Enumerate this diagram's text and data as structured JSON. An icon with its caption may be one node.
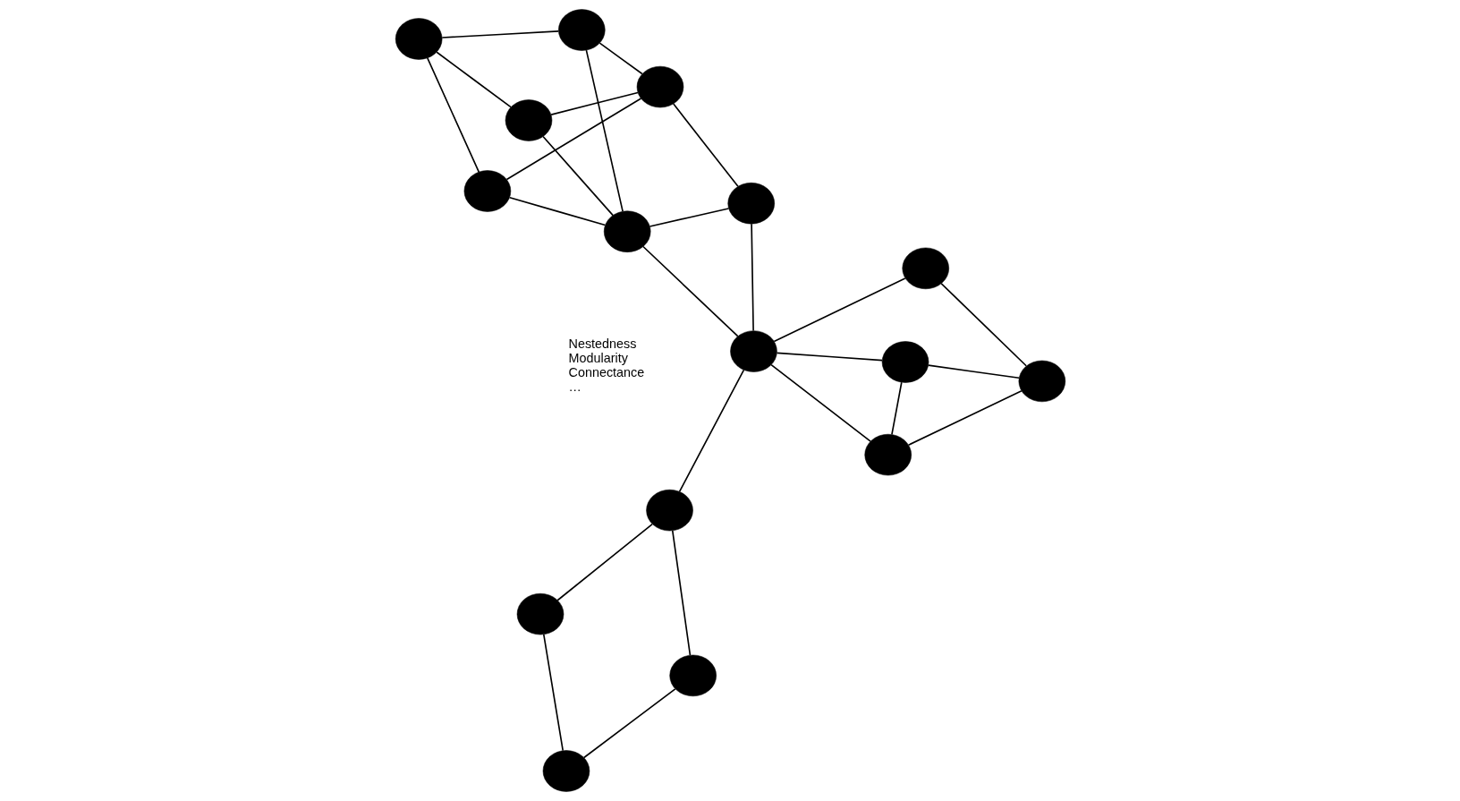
{
  "diagram": {
    "nodes": [
      {
        "text": [],
        "shape": "circle"
      },
      {
        "text": [],
        "shape": "circle"
      },
      {
        "text": [],
        "shape": "circle"
      },
      {
        "text": [],
        "shape": "circle"
      },
      {
        "text": [],
        "shape": "circle"
      },
      {
        "text": [],
        "shape": "circle"
      },
      {
        "text": [],
        "shape": "circle"
      },
      {
        "text": [],
        "shape": "circle"
      },
      {
        "text": [],
        "shape": "circle"
      },
      {
        "text": [],
        "shape": "circle"
      },
      {
        "text": [],
        "shape": "circle"
      },
      {
        "text": [],
        "shape": "circle"
      },
      {
        "text": [],
        "shape": "circle"
      },
      {
        "text": [],
        "shape": "circle"
      },
      {
        "text": [],
        "shape": "circle"
      },
      {
        "text": [],
        "shape": "circle"
      }
    ],
    "edges": [
      {
        "from": 0,
        "to": 1,
        "arrow": "none"
      },
      {
        "from": 0,
        "to": 4,
        "arrow": "none"
      },
      {
        "from": 0,
        "to": 2,
        "arrow": "none"
      },
      {
        "from": 0,
        "to": 3,
        "arrow": "none"
      },
      {
        "from": 0,
        "to": 6,
        "arrow": "none"
      },
      {
        "from": 1,
        "to": 11,
        "arrow": "none"
      },
      {
        "from": 1,
        "to": 5,
        "arrow": "none"
      },
      {
        "from": 2,
        "to": 11,
        "arrow": "none"
      },
      {
        "from": 2,
        "to": 5,
        "arrow": "none"
      },
      {
        "from": 3,
        "to": 5,
        "arrow": "none"
      },
      {
        "from": 3,
        "to": 11,
        "arrow": "none"
      },
      {
        "from": 4,
        "to": 6,
        "arrow": "none"
      },
      {
        "from": 4,
        "to": 7,
        "arrow": "none"
      },
      {
        "from": 4,
        "to": 14,
        "arrow": "none"
      },
      {
        "from": 4,
        "to": 9,
        "arrow": "none"
      },
      {
        "from": 4,
        "to": 10,
        "arrow": "none"
      },
      {
        "from": 7,
        "to": 12,
        "arrow": "none"
      },
      {
        "from": 7,
        "to": 13,
        "arrow": "none"
      },
      {
        "from": 8,
        "to": 12,
        "arrow": "none"
      },
      {
        "from": 8,
        "to": 13,
        "arrow": "none"
      },
      {
        "from": 6,
        "to": 11,
        "arrow": "none"
      },
      {
        "from": 9,
        "to": 14,
        "arrow": "none"
      },
      {
        "from": 9,
        "to": 15,
        "arrow": "none"
      },
      {
        "from": 10,
        "to": 15,
        "arrow": "none"
      },
      {
        "from": 14,
        "to": 15,
        "arrow": "none"
      }
    ],
    "labels": [
      "Nestedness",
      "Modularity",
      "Connectance",
      "…"
    ]
  }
}
